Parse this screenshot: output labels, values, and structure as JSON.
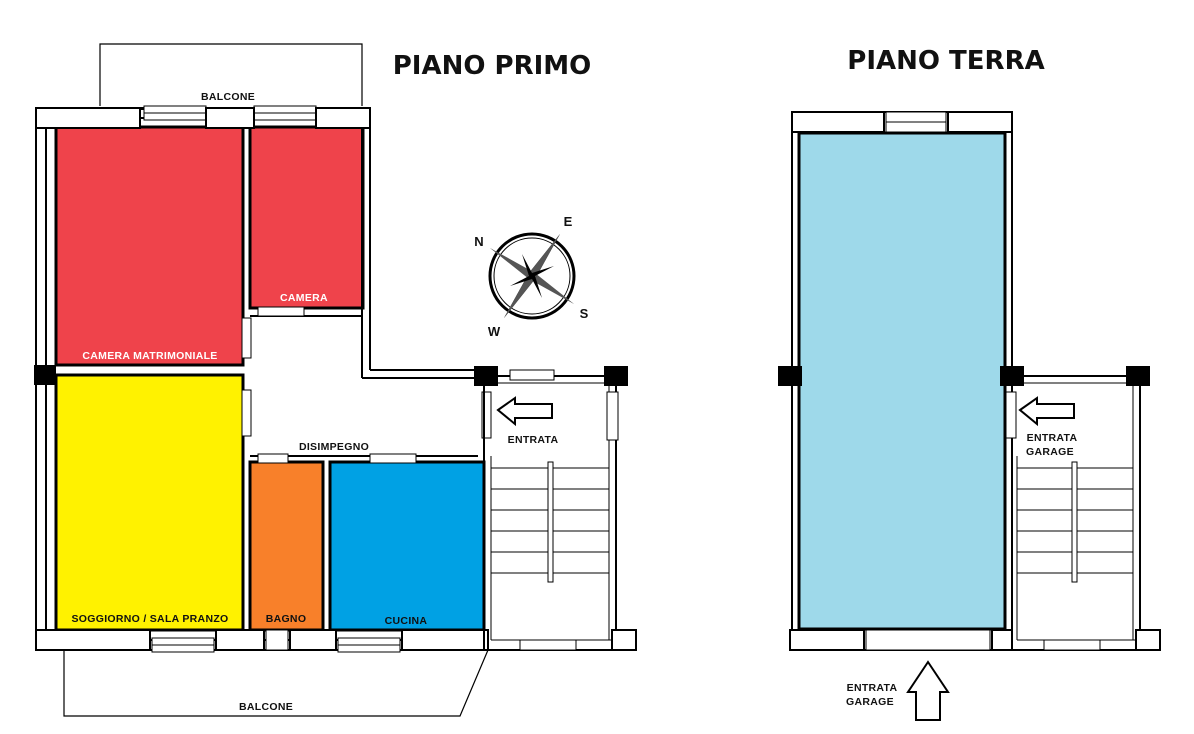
{
  "titles": {
    "first_floor": "PIANO PRIMO",
    "ground_floor": "PIANO TERRA"
  },
  "rooms": {
    "master_bedroom": {
      "label": "CAMERA MATRIMONIALE",
      "color": "#ef434b"
    },
    "bedroom": {
      "label": "CAMERA",
      "color": "#ef434b"
    },
    "living_dining": {
      "label": "SOGGIORNO / SALA PRANZO",
      "color": "#fff200"
    },
    "bathroom": {
      "label": "BAGNO",
      "color": "#f8802a"
    },
    "kitchen": {
      "label": "CUCINA",
      "color": "#00a1e4"
    },
    "hallway": {
      "label": "DISIMPEGNO"
    },
    "garage": {
      "color": "#9ed9ea"
    }
  },
  "labels": {
    "balcony_top": "BALCONE",
    "balcony_bottom": "BALCONE",
    "entrance": "ENTRATA",
    "garage_entrance_side_line1": "ENTRATA",
    "garage_entrance_side_line2": "GARAGE",
    "garage_entrance_bottom_line1": "ENTRATA",
    "garage_entrance_bottom_line2": "GARAGE"
  },
  "compass": {
    "north": "N",
    "east": "E",
    "south": "S",
    "west": "W"
  }
}
